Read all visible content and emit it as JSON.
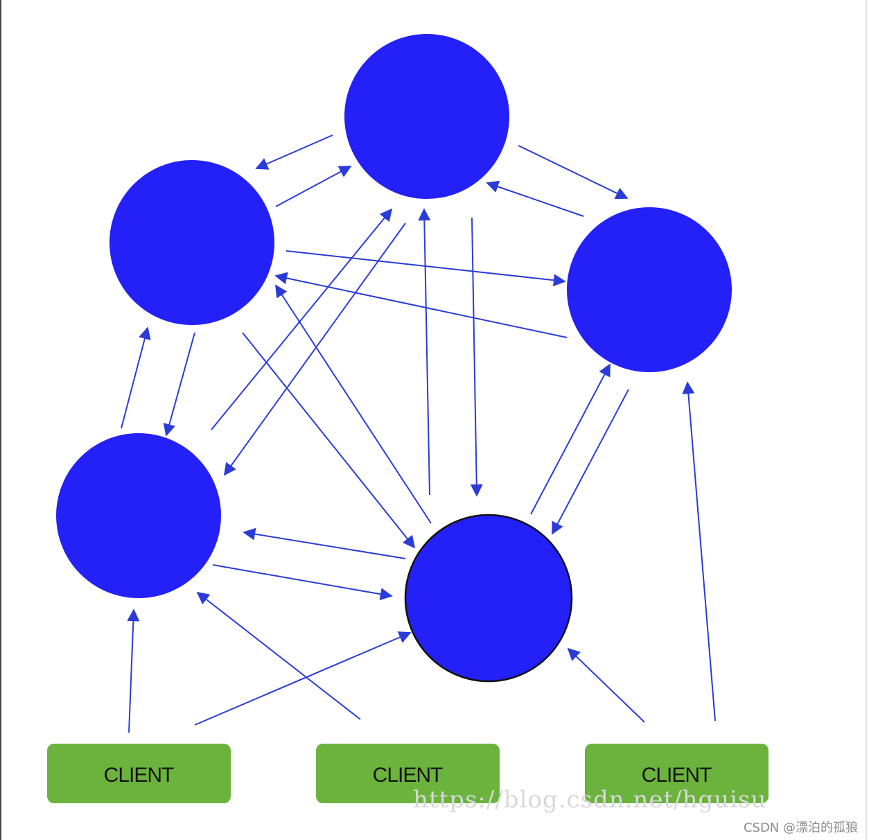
{
  "clients": [
    {
      "label": "CLIENT"
    },
    {
      "label": "CLIENT"
    },
    {
      "label": "CLIENT"
    }
  ],
  "colors": {
    "node_fill": "#2320f8",
    "client_fill": "#6cb33e",
    "edge": "#2a3bd8"
  },
  "watermark": {
    "url": "https://blog.csdn.net/hguisu",
    "credit": "CSDN @漂泊的孤狼"
  }
}
